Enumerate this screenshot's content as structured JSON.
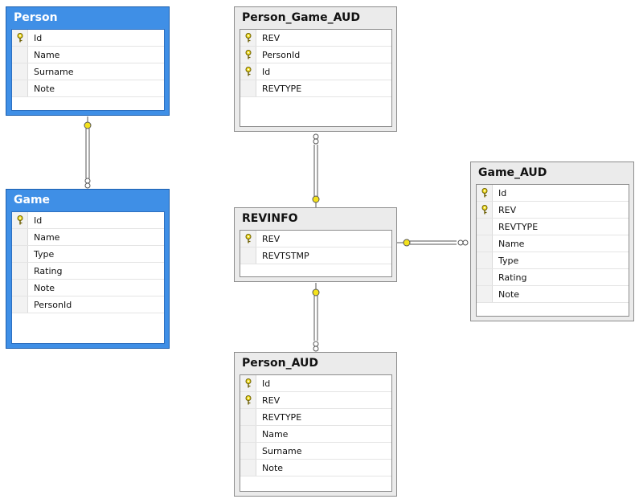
{
  "tables": {
    "person": {
      "title": "Person",
      "columns": [
        {
          "name": "Id",
          "key": true
        },
        {
          "name": "Name",
          "key": false
        },
        {
          "name": "Surname",
          "key": false
        },
        {
          "name": "Note",
          "key": false
        }
      ]
    },
    "game": {
      "title": "Game",
      "columns": [
        {
          "name": "Id",
          "key": true
        },
        {
          "name": "Name",
          "key": false
        },
        {
          "name": "Type",
          "key": false
        },
        {
          "name": "Rating",
          "key": false
        },
        {
          "name": "Note",
          "key": false
        },
        {
          "name": "PersonId",
          "key": false
        }
      ]
    },
    "person_game_aud": {
      "title": "Person_Game_AUD",
      "columns": [
        {
          "name": "REV",
          "key": true
        },
        {
          "name": "PersonId",
          "key": true
        },
        {
          "name": "Id",
          "key": true
        },
        {
          "name": "REVTYPE",
          "key": false
        }
      ]
    },
    "revinfo": {
      "title": "REVINFO",
      "columns": [
        {
          "name": "REV",
          "key": true
        },
        {
          "name": "REVTSTMP",
          "key": false
        }
      ]
    },
    "game_aud": {
      "title": "Game_AUD",
      "columns": [
        {
          "name": "Id",
          "key": true
        },
        {
          "name": "REV",
          "key": true
        },
        {
          "name": "REVTYPE",
          "key": false
        },
        {
          "name": "Name",
          "key": false
        },
        {
          "name": "Type",
          "key": false
        },
        {
          "name": "Rating",
          "key": false
        },
        {
          "name": "Note",
          "key": false
        }
      ]
    },
    "person_aud": {
      "title": "Person_AUD",
      "columns": [
        {
          "name": "Id",
          "key": true
        },
        {
          "name": "REV",
          "key": true
        },
        {
          "name": "REVTYPE",
          "key": false
        },
        {
          "name": "Name",
          "key": false
        },
        {
          "name": "Surname",
          "key": false
        },
        {
          "name": "Note",
          "key": false
        }
      ]
    }
  },
  "relationships": [
    {
      "from": "game",
      "to": "person"
    },
    {
      "from": "person_game_aud",
      "to": "revinfo"
    },
    {
      "from": "game_aud",
      "to": "revinfo"
    },
    {
      "from": "person_aud",
      "to": "revinfo"
    }
  ],
  "colors": {
    "selected_table": "#3f8fe6",
    "table": "#ebebeb",
    "key_icon": "#e8d41a",
    "connector": "#555555"
  },
  "icons": {
    "key": "key-icon",
    "endpoint_one": "key-endpoint-icon",
    "endpoint_many": "infinity-endpoint-icon"
  }
}
